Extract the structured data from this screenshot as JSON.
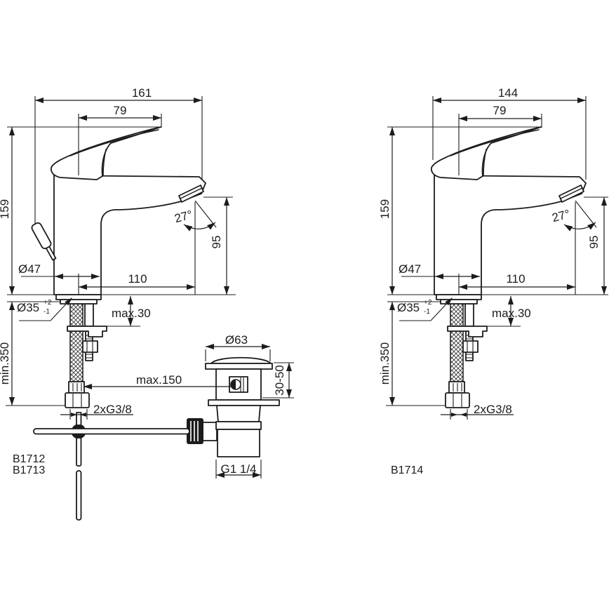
{
  "page": {
    "background": "#ffffff",
    "line_color": "#1c1c1c"
  },
  "left_drawing": {
    "total_width": "161",
    "handle_width": "79",
    "height": "159",
    "spout_angle": "27°",
    "spout_height": "95",
    "body_diameter": "Ø47",
    "spout_reach": "110",
    "hole_diameter": "Ø35",
    "hole_tolerance_plus": "+2",
    "hole_tolerance_minus": "-1",
    "deck_max": "max.30",
    "hose_min": "min.350",
    "rod_max": "max.150",
    "waste_diameter": "Ø63",
    "waste_depth_range": "30-50",
    "supply_connection": "2xG3/8",
    "waste_thread": "G1 1/4",
    "model_codes": [
      "B1712",
      "B1713"
    ]
  },
  "right_drawing": {
    "total_width": "144",
    "handle_width": "79",
    "height": "159",
    "spout_angle": "27°",
    "spout_height": "95",
    "body_diameter": "Ø47",
    "spout_reach": "110",
    "hole_diameter": "Ø35",
    "hole_tolerance_plus": "+2",
    "hole_tolerance_minus": "-1",
    "deck_max": "max.30",
    "hose_min": "min.350",
    "supply_connection": "2xG3/8",
    "model_codes": [
      "B1714"
    ]
  }
}
